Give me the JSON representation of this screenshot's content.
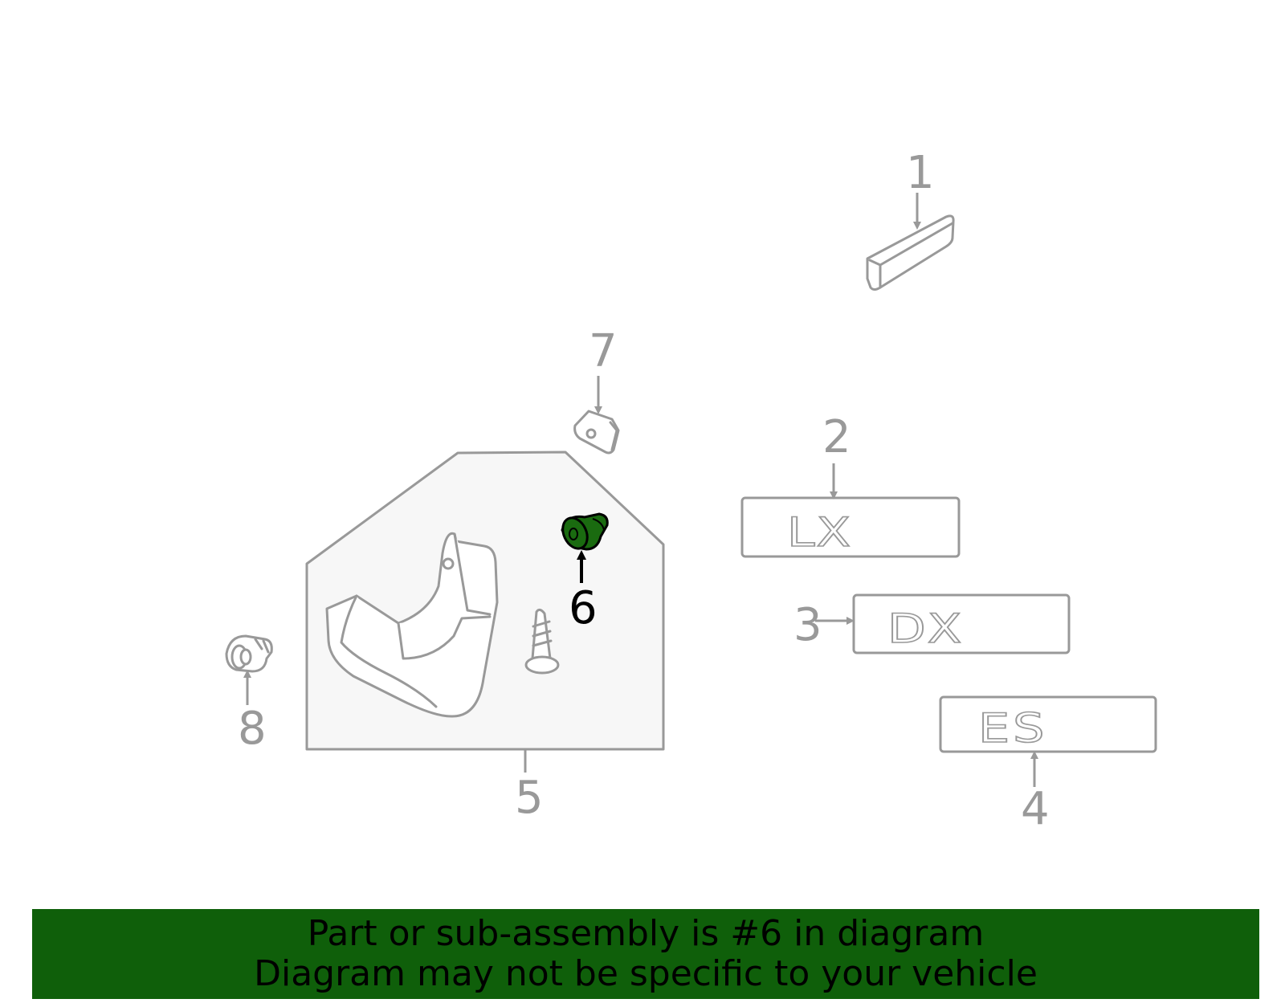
{
  "callouts": {
    "c1": "1",
    "c2": "2",
    "c3": "3",
    "c4": "4",
    "c5": "5",
    "c6": "6",
    "c7": "7",
    "c8": "8"
  },
  "emblems": {
    "lx": "LX",
    "dx": "DX",
    "es": "ES"
  },
  "highlighted_part": "6",
  "colors": {
    "highlight": "#1a6b10",
    "banner": "#0f5f0a",
    "line": "#999999"
  },
  "banner": {
    "line1": "Part or sub-assembly is #6 in diagram",
    "line2": "Diagram may not be specific to your vehicle"
  }
}
